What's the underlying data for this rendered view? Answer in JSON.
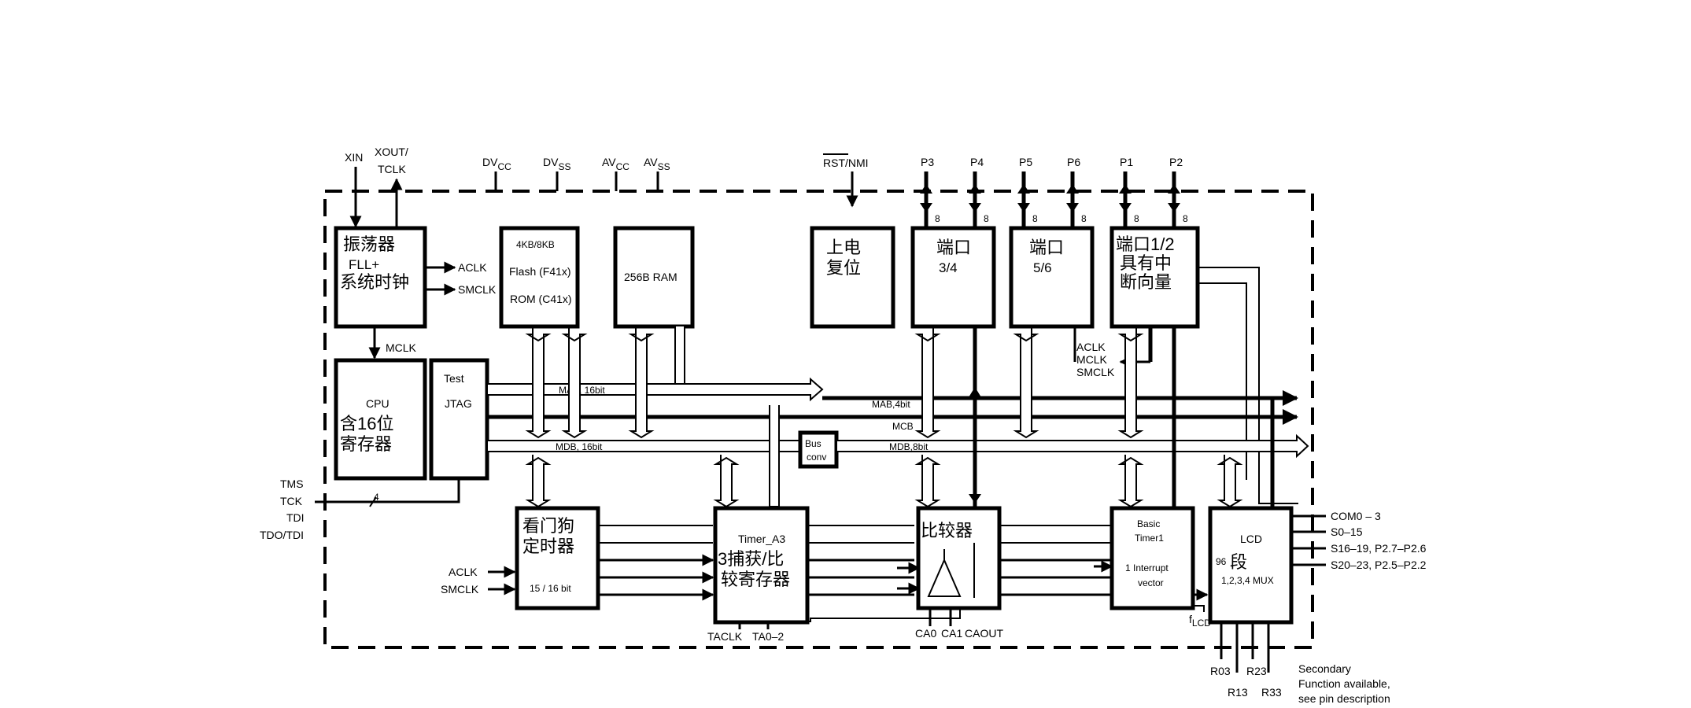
{
  "pins": {
    "xin": "XIN",
    "xout_line1": "XOUT/",
    "xout_line2": "TCLK",
    "dvcc": "DV",
    "dvcc_sub": "CC",
    "dvss": "DV",
    "dvss_sub": "SS",
    "avcc": "AV",
    "avcc_sub": "CC",
    "avss": "AV",
    "avss_sub": "SS",
    "rst_bar": "RST",
    "rst_rest": "/NMI",
    "p3": "P3",
    "p4": "P4",
    "p5": "P5",
    "p6": "P6",
    "p1": "P1",
    "p2": "P2",
    "bit8_a": "8",
    "bit8_b": "8",
    "bit8_c": "8",
    "bit8_d": "8",
    "bit8_e": "8",
    "bit8_f": "8",
    "tms": "TMS",
    "tck": "TCK",
    "tdi": "TDI",
    "tdo": "TDO/TDI",
    "jtag_bits": "4"
  },
  "osc": {
    "line1": "振荡器",
    "line2": "FLL+",
    "line3": "系统时钟",
    "aclk": "ACLK",
    "smclk": "SMCLK",
    "mclk": "MCLK"
  },
  "flash": {
    "line1": "4KB/8KB",
    "line2": "Flash (F41x)",
    "line3": "ROM (C41x)"
  },
  "ram": {
    "label": "256B RAM"
  },
  "reset": {
    "line1": "上电",
    "line2": "复位"
  },
  "port34": {
    "line1": "端口",
    "line2": "3/4"
  },
  "port56": {
    "line1": "端口",
    "line2": "5/6"
  },
  "port12": {
    "line1": "端口1/2",
    "line2": "具有中",
    "line3": "断向量"
  },
  "port_clk": {
    "aclk": "ACLK",
    "mclk": "MCLK",
    "smclk": "SMCLK"
  },
  "cpu": {
    "line1": "CPU",
    "line2": "含16位",
    "line3": "寄存器"
  },
  "test": {
    "line1": "Test",
    "line2": "JTAG"
  },
  "buses": {
    "mab_left": "MAB, 16bit",
    "mdb_left": "MDB, 16bit",
    "mab_right": "MAB,4bit",
    "mcb": "MCB",
    "mdb_right": "MDB,8bit"
  },
  "busconv": {
    "line1": "Bus",
    "line2": "conv"
  },
  "wdt": {
    "line1": "看门狗",
    "line2": "定时器",
    "line3": "15 / 16 bit",
    "aclk": "ACLK",
    "smclk": "SMCLK"
  },
  "timer": {
    "line1": "Timer_A3",
    "line2": "3捕获/比",
    "line3": "较寄存器",
    "taclk": "TACLK",
    "ta": "TA0–2"
  },
  "comp": {
    "label": "比较器",
    "ca0": "CA0",
    "ca1": "CA1",
    "caout": "CAOUT"
  },
  "basic_timer": {
    "line1": "Basic",
    "line2": "Timer1",
    "line3": "1 Interrupt",
    "line4": "vector"
  },
  "lcd": {
    "line1": "LCD",
    "line2": "96",
    "line3": "段",
    "line4": "1,2,3,4 MUX",
    "flcd": "f",
    "flcd_sub": "LCD",
    "com": "COM0 – 3",
    "s0": "S0–15",
    "s16": "S16–19, P2.7–P2.6",
    "s20": "S20–23, P2.5–P2.2",
    "r03": "R03",
    "r13": "R13",
    "r23": "R23",
    "r33": "R33"
  },
  "note": {
    "line1": "Secondary",
    "line2": "Function available,",
    "line3": "see pin description"
  }
}
